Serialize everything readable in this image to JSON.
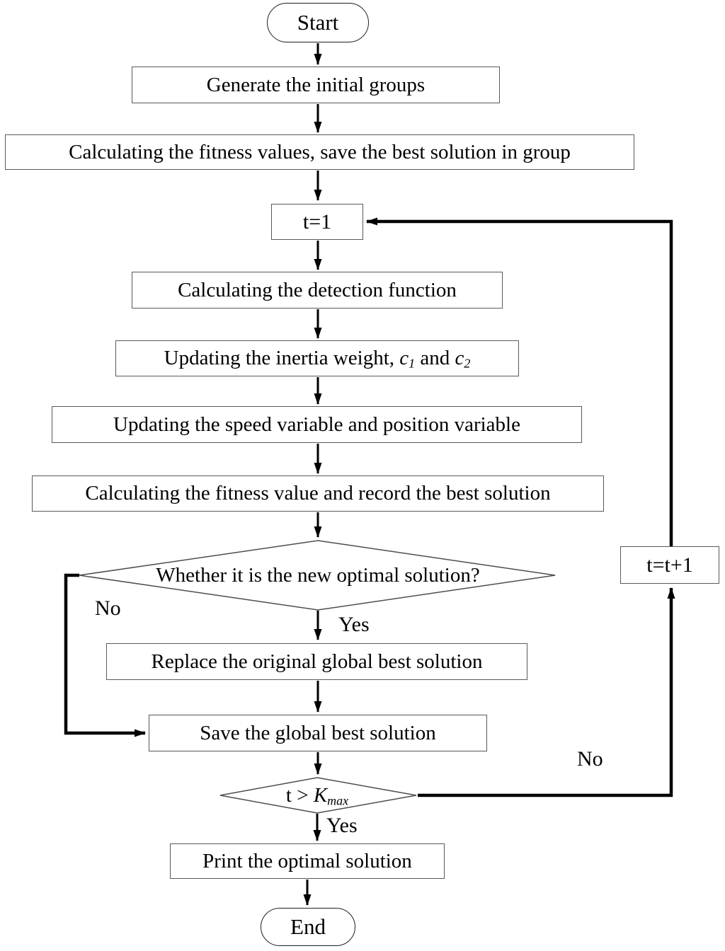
{
  "nodes": {
    "start": {
      "label": "Start"
    },
    "generate": {
      "label": "Generate the initial groups"
    },
    "fitness_init": {
      "label": "Calculating the fitness values, save the best solution in group"
    },
    "t_init": {
      "label": "t=1"
    },
    "detection": {
      "label": "Calculating the detection function"
    },
    "inertia": {
      "pre": "Updating the inertia weight, ",
      "c1_base": "c",
      "c1_sub": "1",
      "mid": " and ",
      "c2_base": "c",
      "c2_sub": "2"
    },
    "speed": {
      "label": "Updating the speed variable and position variable"
    },
    "fitness_record": {
      "label": "Calculating the fitness value and record the best solution"
    },
    "decision_new_optimal": {
      "label": "Whether it is the new optimal solution?"
    },
    "replace": {
      "label": "Replace the original global best solution"
    },
    "save": {
      "label": "Save the global best solution"
    },
    "decision_max_iter": {
      "pre": "t > ",
      "k_base": "K",
      "k_sub": "max"
    },
    "increment": {
      "label": "t=t+1"
    },
    "print": {
      "label": "Print the optimal solution"
    },
    "end": {
      "label": "End"
    }
  },
  "edge_labels": {
    "yes_optimal": "Yes",
    "no_optimal": "No",
    "yes_max": "Yes",
    "no_max": "No"
  },
  "colors": {
    "line": "#000000",
    "box_border": "#595959",
    "terminal_border": "#1f1f1f",
    "diamond_border": "#4d4d4d",
    "text": "#000000",
    "background": "#ffffff"
  }
}
